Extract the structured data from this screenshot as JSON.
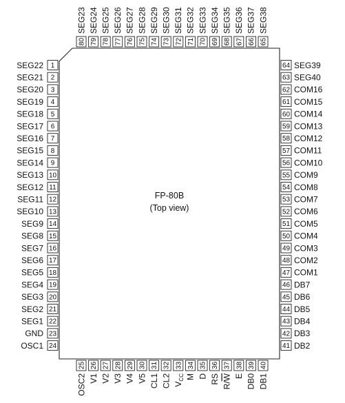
{
  "package": {
    "name": "FP-80B",
    "view": "(Top view)"
  },
  "pins": {
    "left": [
      {
        "num": "1",
        "name": "SEG22"
      },
      {
        "num": "2",
        "name": "SEG21"
      },
      {
        "num": "3",
        "name": "SEG20"
      },
      {
        "num": "4",
        "name": "SEG19"
      },
      {
        "num": "5",
        "name": "SEG18"
      },
      {
        "num": "6",
        "name": "SEG17"
      },
      {
        "num": "7",
        "name": "SEG16"
      },
      {
        "num": "8",
        "name": "SEG15"
      },
      {
        "num": "9",
        "name": "SEG14"
      },
      {
        "num": "10",
        "name": "SEG13"
      },
      {
        "num": "11",
        "name": "SEG12"
      },
      {
        "num": "12",
        "name": "SEG11"
      },
      {
        "num": "13",
        "name": "SEG10"
      },
      {
        "num": "14",
        "name": "SEG9"
      },
      {
        "num": "15",
        "name": "SEG8"
      },
      {
        "num": "16",
        "name": "SEG7"
      },
      {
        "num": "17",
        "name": "SEG6"
      },
      {
        "num": "18",
        "name": "SEG5"
      },
      {
        "num": "19",
        "name": "SEG4"
      },
      {
        "num": "20",
        "name": "SEG3"
      },
      {
        "num": "21",
        "name": "SEG2"
      },
      {
        "num": "22",
        "name": "SEG1"
      },
      {
        "num": "23",
        "name": "GND"
      },
      {
        "num": "24",
        "name": "OSC1"
      }
    ],
    "bottom": [
      {
        "num": "25",
        "name": "OSC2"
      },
      {
        "num": "26",
        "name": "V1"
      },
      {
        "num": "27",
        "name": "V2"
      },
      {
        "num": "28",
        "name": "V3"
      },
      {
        "num": "29",
        "name": "V4"
      },
      {
        "num": "30",
        "name": "V5"
      },
      {
        "num": "31",
        "name": "CL1"
      },
      {
        "num": "32",
        "name": "CL2"
      },
      {
        "num": "33",
        "name": "V",
        "sub": "CC"
      },
      {
        "num": "34",
        "name": "M"
      },
      {
        "num": "35",
        "name": "D"
      },
      {
        "num": "36",
        "name": "RS"
      },
      {
        "num": "37",
        "name": "R/W",
        "overline": "W"
      },
      {
        "num": "38",
        "name": "E"
      },
      {
        "num": "39",
        "name": "DB0"
      },
      {
        "num": "40",
        "name": "DB1"
      }
    ],
    "right": [
      {
        "num": "41",
        "name": "DB2"
      },
      {
        "num": "42",
        "name": "DB3"
      },
      {
        "num": "43",
        "name": "DB4"
      },
      {
        "num": "44",
        "name": "DB5"
      },
      {
        "num": "45",
        "name": "DB6"
      },
      {
        "num": "46",
        "name": "DB7"
      },
      {
        "num": "47",
        "name": "COM1"
      },
      {
        "num": "48",
        "name": "COM2"
      },
      {
        "num": "49",
        "name": "COM3"
      },
      {
        "num": "50",
        "name": "COM4"
      },
      {
        "num": "51",
        "name": "COM5"
      },
      {
        "num": "52",
        "name": "COM6"
      },
      {
        "num": "53",
        "name": "COM7"
      },
      {
        "num": "54",
        "name": "COM8"
      },
      {
        "num": "55",
        "name": "COM9"
      },
      {
        "num": "56",
        "name": "COM10"
      },
      {
        "num": "57",
        "name": "COM11"
      },
      {
        "num": "58",
        "name": "COM12"
      },
      {
        "num": "59",
        "name": "COM13"
      },
      {
        "num": "60",
        "name": "COM14"
      },
      {
        "num": "61",
        "name": "COM15"
      },
      {
        "num": "62",
        "name": "COM16"
      },
      {
        "num": "63",
        "name": "SEG40"
      },
      {
        "num": "64",
        "name": "SEG39"
      }
    ],
    "top": [
      {
        "num": "65",
        "name": "SEG38"
      },
      {
        "num": "66",
        "name": "SEG37"
      },
      {
        "num": "67",
        "name": "SEG36"
      },
      {
        "num": "68",
        "name": "SEG35"
      },
      {
        "num": "69",
        "name": "SEG34"
      },
      {
        "num": "70",
        "name": "SEG33"
      },
      {
        "num": "71",
        "name": "SEG32"
      },
      {
        "num": "72",
        "name": "SEG31"
      },
      {
        "num": "73",
        "name": "SEG30"
      },
      {
        "num": "74",
        "name": "SEG29"
      },
      {
        "num": "75",
        "name": "SEG28"
      },
      {
        "num": "76",
        "name": "SEG27"
      },
      {
        "num": "77",
        "name": "SEG26"
      },
      {
        "num": "78",
        "name": "SEG25"
      },
      {
        "num": "79",
        "name": "SEG24"
      },
      {
        "num": "80",
        "name": "SEG23"
      }
    ]
  }
}
